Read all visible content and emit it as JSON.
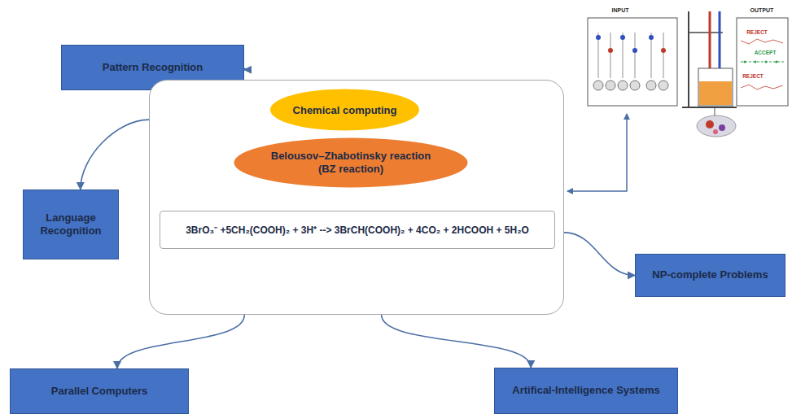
{
  "diagram": {
    "nodes": [
      {
        "text": [
          "Pattern Recognition"
        ]
      },
      {
        "text": []
      },
      {
        "text": [
          "Chemical computing"
        ],
        "in": 1
      },
      {
        "text": [
          "Belousov–Zhabotinsky reaction (BZ reaction)"
        ],
        "in": 1
      },
      {
        "text": [
          "3BrO₃⁻ +5CH₂(COOH)₂ + 3H⁺ --> 3BrCH(COOH)₂ + 4CO₂ + 2HCOOH + 5H₂O"
        ],
        "in": 1
      },
      {
        "text": [
          "Language Recognition"
        ]
      },
      {
        "text": [
          "NP-complete Problems"
        ]
      },
      {
        "text": [
          "Parallel Computers"
        ]
      },
      {
        "text": [
          "Artifical-Intelligence Systems"
        ]
      }
    ],
    "edges": [
      {
        "from": 1,
        "to": 0,
        "arrow": "to"
      },
      {
        "from": 1,
        "to": 5,
        "arrow": "to"
      },
      {
        "from": 1,
        "to": 6,
        "arrow": "to"
      },
      {
        "from": 1,
        "to": 7,
        "arrow": "to"
      },
      {
        "from": 1,
        "to": 8,
        "arrow": "to"
      }
    ],
    "labels": [
      "INPUT",
      "OUTPUT",
      "REJECT",
      "ACCEPT",
      "REJECT"
    ]
  }
}
